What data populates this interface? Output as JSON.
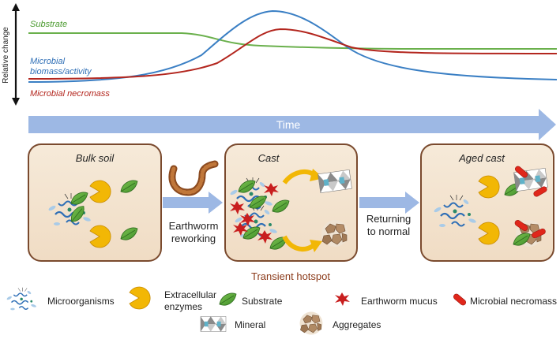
{
  "axis": {
    "ylabel": "Relative change"
  },
  "curve_labels": {
    "substrate": "Substrate",
    "biomass_line1": "Microbial",
    "biomass_line2": "biomass/activity",
    "necromass": "Microbial necromass"
  },
  "time_label": "Time",
  "boxes": {
    "bulk": "Bulk soil",
    "cast": "Cast",
    "aged": "Aged cast"
  },
  "transitions": {
    "first_line1": "Earthworm",
    "first_line2": "reworking",
    "second_line1": "Returning",
    "second_line2": "to normal"
  },
  "hotspot_label": "Transient hotspot",
  "legend": {
    "microorganisms": "Microorganisms",
    "enzymes_line1": "Extracellular",
    "enzymes_line2": "enzymes",
    "substrate": "Substrate",
    "mucus": "Earthworm mucus",
    "necromass": "Microbial necromass",
    "mineral": "Mineral",
    "aggregates": "Aggregates"
  },
  "colors": {
    "substrate": "#6ab04c",
    "biomass": "#3a7fc4",
    "necromass": "#b3261e",
    "arrow": "#9db8e4",
    "box_fill": "#f5e6d3",
    "box_stroke": "#7a4a2e",
    "enzyme": "#f2b705",
    "leaf": "#5aa83a"
  }
}
